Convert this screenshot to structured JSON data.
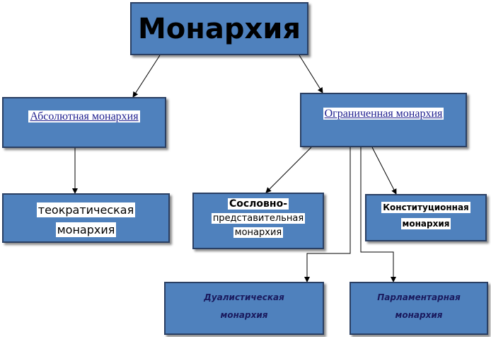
{
  "diagram": {
    "title": "Монархия",
    "absolute": "Абсолютная монархия",
    "limited": "Ограниченная монархия",
    "theocratic": [
      "теократическая",
      "монархия"
    ],
    "estate": [
      "Сословно-",
      "представительная",
      "монархия"
    ],
    "constitutional": [
      "Конституционная",
      "монархия"
    ],
    "dualistic": [
      "Дуалистическая",
      "монархия"
    ],
    "parliamentary": [
      "Парламентарная",
      "монархия"
    ]
  },
  "colors": {
    "box_fill": "#4f81bd",
    "box_border": "#2a3f63",
    "link_text": "#1f1f8f",
    "dark_text": "#1a1a5e"
  }
}
